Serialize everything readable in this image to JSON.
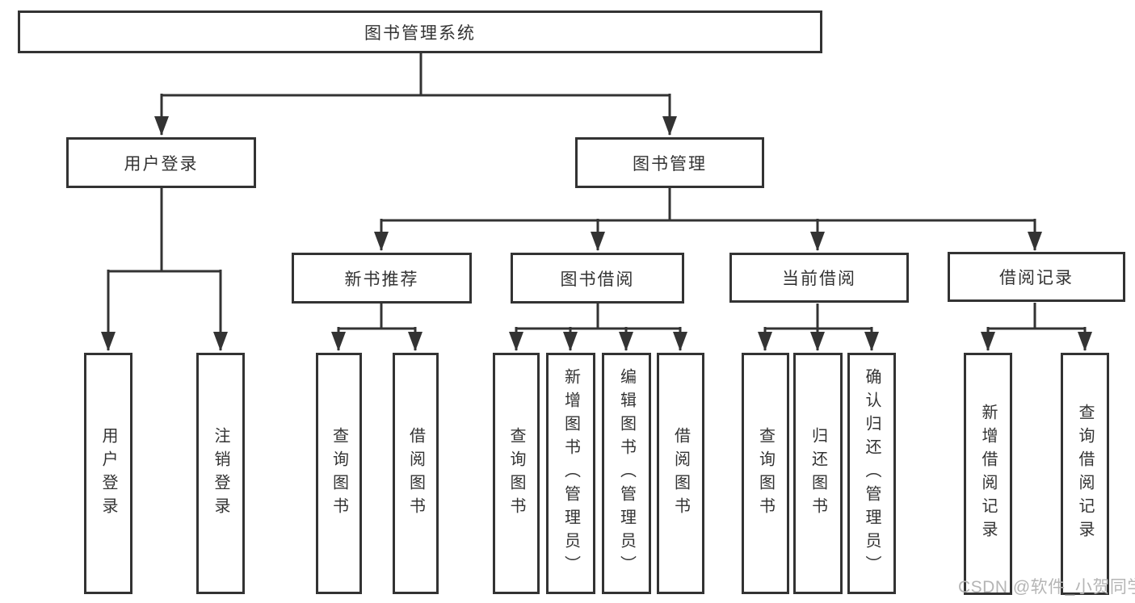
{
  "colors": {
    "line": "#333333",
    "background": "#ffffff",
    "watermark_text": "#b5b5b5"
  },
  "watermark": "CSDN @软件_小贺同学",
  "tree": {
    "label": "图书管理系统",
    "children": [
      {
        "label": "用户登录",
        "children": [
          {
            "label": "用户登录"
          },
          {
            "label": "注销登录"
          }
        ]
      },
      {
        "label": "图书管理",
        "children": [
          {
            "label": "新书推荐",
            "children": [
              {
                "label": "查询图书"
              },
              {
                "label": "借阅图书"
              }
            ]
          },
          {
            "label": "图书借阅",
            "children": [
              {
                "label": "查询图书"
              },
              {
                "label": "新增图书（管理员）"
              },
              {
                "label": "编辑图书（管理员）"
              },
              {
                "label": "借阅图书"
              }
            ]
          },
          {
            "label": "当前借阅",
            "children": [
              {
                "label": "查询图书"
              },
              {
                "label": "归还图书"
              },
              {
                "label": "确认归还（管理员）"
              }
            ]
          },
          {
            "label": "借阅记录",
            "children": [
              {
                "label": "新增借阅记录"
              },
              {
                "label": "查询借阅记录"
              }
            ]
          }
        ]
      }
    ]
  }
}
